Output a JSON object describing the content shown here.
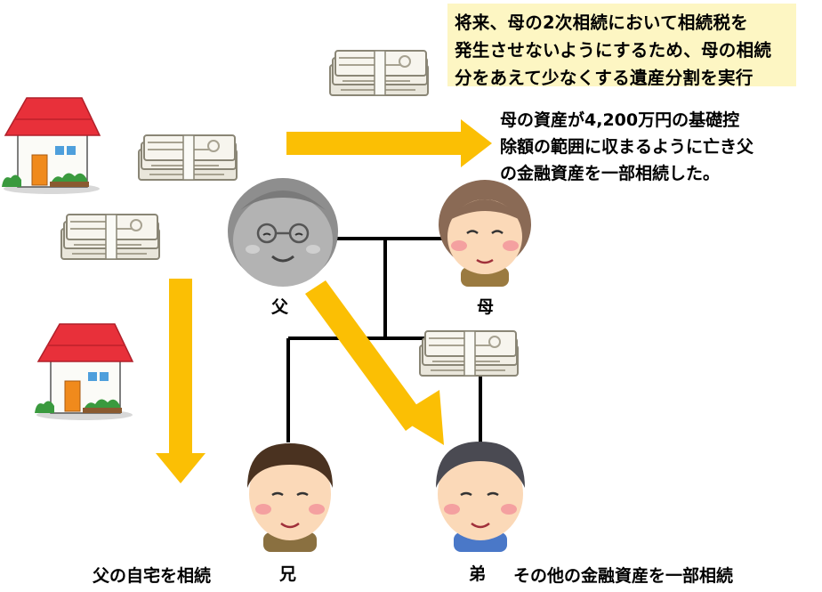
{
  "note_lines": [
    "将来、母の2次相続において相続税を",
    "発生させないようにするため、母の相続",
    "分をあえて少なくする遺産分割を実行"
  ],
  "mother_description_lines": [
    "母の資産が4,200万円の基礎控",
    "除額の範囲に収まるように亡き父",
    "の金融資産を一部相続した。"
  ],
  "people": {
    "father": "父",
    "mother": "母",
    "elder_brother": "兄",
    "younger_brother": "弟"
  },
  "elder_brother_inherits": "父の自宅を相続",
  "younger_brother_inherits": "その他の金融資産を一部相続",
  "colors": {
    "arrow": "#fbbf04",
    "note_background": "#fdf6c3",
    "roof": "#e8303a",
    "door": "#f08a1c"
  }
}
